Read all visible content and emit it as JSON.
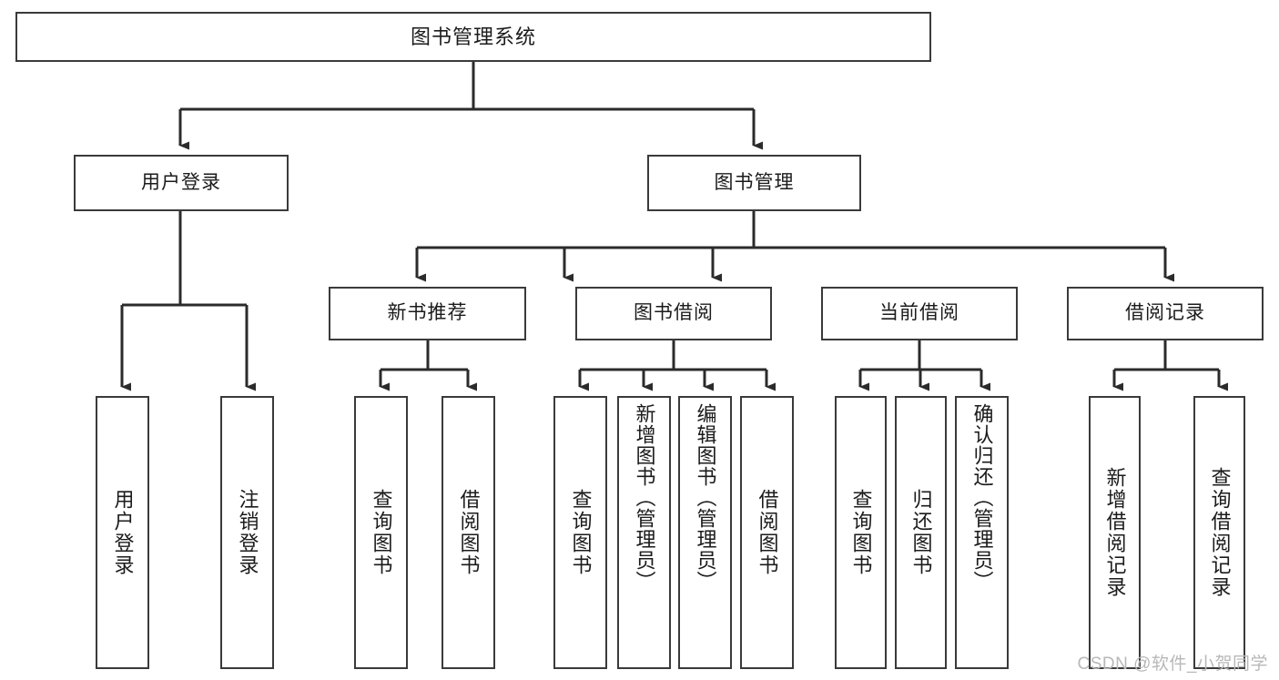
{
  "diagram": {
    "title": "图书管理系统",
    "type": "tree-hierarchy",
    "root": {
      "label": "图书管理系统"
    },
    "level2": [
      {
        "label": "用户登录"
      },
      {
        "label": "图书管理"
      }
    ],
    "level3": [
      {
        "label": "新书推荐"
      },
      {
        "label": "图书借阅"
      },
      {
        "label": "当前借阅"
      },
      {
        "label": "借阅记录"
      }
    ],
    "leaves": {
      "user_login": [
        {
          "label": "用户登录"
        },
        {
          "label": "注销登录"
        }
      ],
      "new_book_recommend": [
        {
          "label": "查询图书"
        },
        {
          "label": "借阅图书"
        }
      ],
      "book_borrow": [
        {
          "label": "查询图书"
        },
        {
          "label": "新增图书（管理员）"
        },
        {
          "label": "编辑图书（管理员）"
        },
        {
          "label": "借阅图书"
        }
      ],
      "current_borrow": [
        {
          "label": "查询图书"
        },
        {
          "label": "归还图书"
        },
        {
          "label": "确认归还（管理员）"
        }
      ],
      "borrow_record": [
        {
          "label": "新增借阅记录"
        },
        {
          "label": "查询借阅记录"
        }
      ]
    }
  },
  "watermark": {
    "text": "CSDN @软件_小贺同学"
  },
  "colors": {
    "box_border": "#3a3a3a",
    "box_fill": "#ffffff",
    "text": "#1b1b1b",
    "connector": "#2b2b2b",
    "watermark": "#b8b8b8",
    "background": "#ffffff"
  }
}
